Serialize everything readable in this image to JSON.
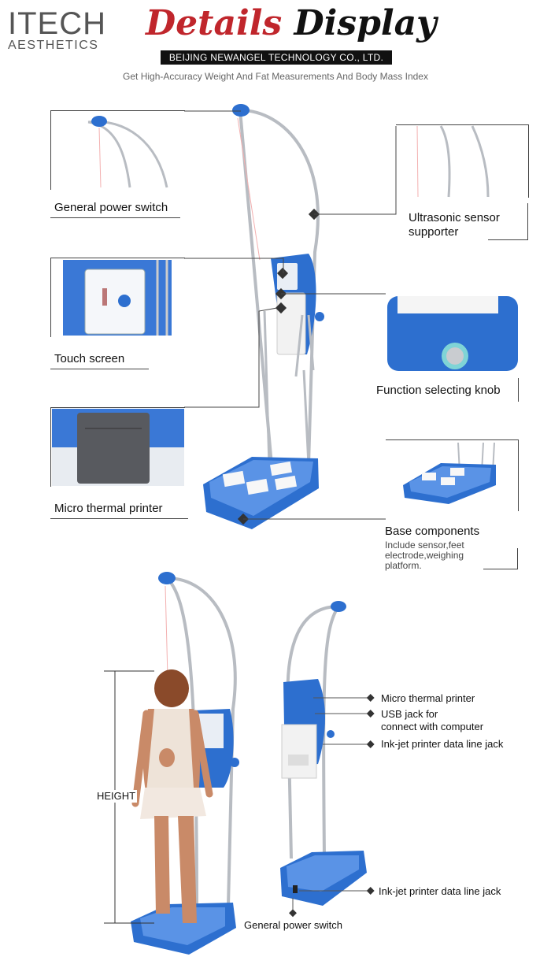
{
  "brand": {
    "name": "ITECH",
    "tagline": "AESTHETICS"
  },
  "header": {
    "title_part1": "Details",
    "title_part2": "Display",
    "company": "BEIJING NEWANGEL TECHNOLOGY CO., LTD.",
    "subtitle": "Get High-Accuracy Weight And Fat Measurements And Body Mass Index"
  },
  "callouts": {
    "power_switch": "General power switch",
    "ultrasonic": [
      "Ultrasonic sensor",
      "supporter"
    ],
    "touch_screen": "Touch screen",
    "knob": "Function selecting knob",
    "printer": "Micro thermal printer",
    "base": {
      "title": "Base components",
      "desc": [
        "Include sensor,feet",
        "electrode,weighing",
        "platform."
      ]
    }
  },
  "bottom": {
    "height_label": "HEIGHT",
    "back_labels": {
      "printer": "Micro thermal printer",
      "usb": [
        "USB jack for",
        "connect with computer"
      ],
      "inkjet": "Ink-jet printer data line jack",
      "inkjet_base": "Ink-jet printer data line jack",
      "power": "General power switch"
    }
  },
  "colors": {
    "accent": "#c0262c",
    "device_blue": "#2d6fcf",
    "frame": "#b8bcc2"
  }
}
